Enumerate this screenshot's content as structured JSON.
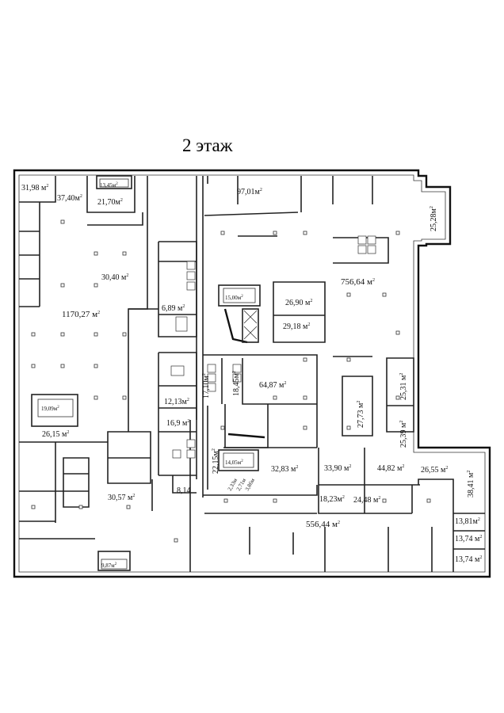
{
  "title": "2 этаж",
  "unit_suffix": "м",
  "rooms": [
    {
      "id": "r1",
      "area": "31,98 м"
    },
    {
      "id": "r2",
      "area": "37,40м"
    },
    {
      "id": "r3",
      "area": "13,45м"
    },
    {
      "id": "r4",
      "area": "21,70м"
    },
    {
      "id": "r5",
      "area": "97,01м"
    },
    {
      "id": "r6",
      "area": "25,28м"
    },
    {
      "id": "r7",
      "area": "30,40 м"
    },
    {
      "id": "r8",
      "area": "756,64 м"
    },
    {
      "id": "r9",
      "area": "1170,27 м"
    },
    {
      "id": "r10",
      "area": "6,89 м"
    },
    {
      "id": "r11",
      "area": "15,00м"
    },
    {
      "id": "r12",
      "area": "26,90 м"
    },
    {
      "id": "r13",
      "area": "29,18 м"
    },
    {
      "id": "r14",
      "area": "17,10м"
    },
    {
      "id": "r15",
      "area": "18,45м"
    },
    {
      "id": "r16",
      "area": "64,87 м"
    },
    {
      "id": "r17",
      "area": "12,13м"
    },
    {
      "id": "r18",
      "area": "25,31 м"
    },
    {
      "id": "r19",
      "area": "27,73 м"
    },
    {
      "id": "r20",
      "area": "19,09м"
    },
    {
      "id": "r21",
      "area": "16,9 м"
    },
    {
      "id": "r22",
      "area": "26,15 м"
    },
    {
      "id": "r23",
      "area": "25,39 м"
    },
    {
      "id": "r24",
      "area": "22,15м"
    },
    {
      "id": "r25",
      "area": "14,05м"
    },
    {
      "id": "r26",
      "area": "32,83 м"
    },
    {
      "id": "r27",
      "area": "33,90 м"
    },
    {
      "id": "r28",
      "area": "44,82 м"
    },
    {
      "id": "r29",
      "area": "26,55 м"
    },
    {
      "id": "r30",
      "area": "38,41 м"
    },
    {
      "id": "r31",
      "area": "30,57 м"
    },
    {
      "id": "r32",
      "area": "8,14"
    },
    {
      "id": "r33",
      "area": "2,33м"
    },
    {
      "id": "r34",
      "area": "2,71м"
    },
    {
      "id": "r35",
      "area": "3,86м"
    },
    {
      "id": "r36",
      "area": "18,23м"
    },
    {
      "id": "r37",
      "area": "24,48 м"
    },
    {
      "id": "r38",
      "area": "556,44 м"
    },
    {
      "id": "r39",
      "area": "13,81м"
    },
    {
      "id": "r40",
      "area": "13,74 м"
    },
    {
      "id": "r41",
      "area": "13,74 м"
    },
    {
      "id": "r42",
      "area": "9,87м"
    }
  ],
  "superscript": "2"
}
